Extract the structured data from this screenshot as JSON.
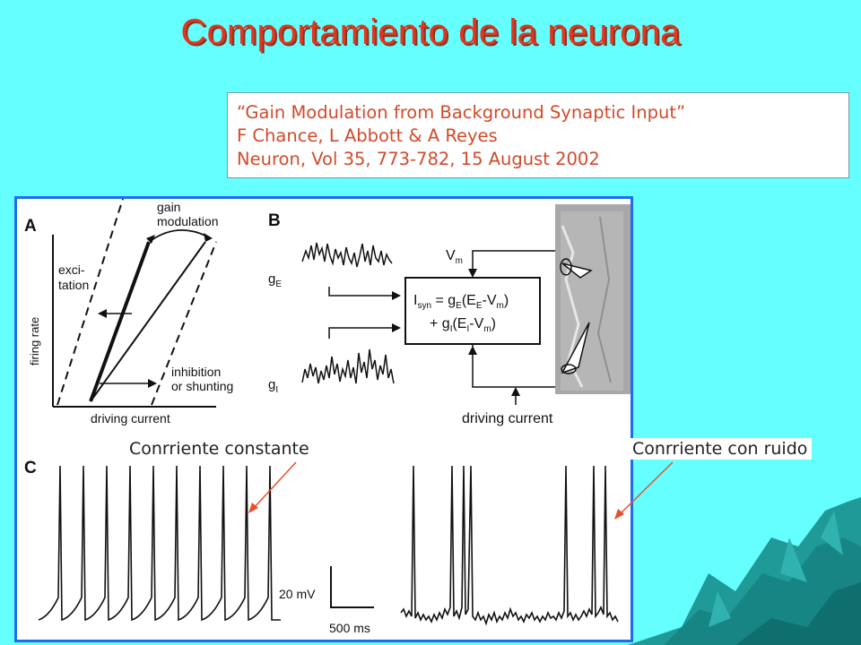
{
  "slide": {
    "title": "Comportamiento de la neurona",
    "citation": {
      "line1": "“Gain Modulation from Background Synaptic Input”",
      "line2": "F Chance, L Abbott & A Reyes",
      "line3": "Neuron, Vol 35, 773-782, 15 August 2002"
    },
    "caption_constant": "Conrriente constante",
    "caption_noise": "Conrriente con ruido",
    "colors": {
      "background": "#66ffff",
      "title": "#e8341c",
      "citation_text": "#d24a2a",
      "figure_border": "#1f6cf0",
      "annotation_arrow": "#e8502a"
    }
  },
  "figure": {
    "panel_a": {
      "label": "A",
      "y_axis": "firing rate",
      "x_axis": "driving current",
      "gain_1": "gain",
      "gain_2": "modulation",
      "exc_1": "exci-",
      "exc_2": "tation",
      "inh_1": "inhibition",
      "inh_2": "or shunting"
    },
    "panel_b": {
      "label": "B",
      "vm": "V",
      "vm_sub": "m",
      "g": "g",
      "ge_sub": "E",
      "gi_sub": "I",
      "eq1_a": "I",
      "eq1_b": "syn",
      "eq1_c": " = g",
      "eq1_d": "E",
      "eq1_e": "(E",
      "eq1_f": "E",
      "eq1_g": "-V",
      "eq1_h": "m",
      "eq1_i": ")",
      "eq2_a": "+ g",
      "eq2_b": "I",
      "eq2_c": "(E",
      "eq2_d": "I",
      "eq2_e": "-V",
      "eq2_f": "m",
      "eq2_g": ")",
      "driving": "driving current"
    },
    "panel_c": {
      "label": "C",
      "scale_v": "20 mV",
      "scale_t": "500 ms"
    }
  }
}
